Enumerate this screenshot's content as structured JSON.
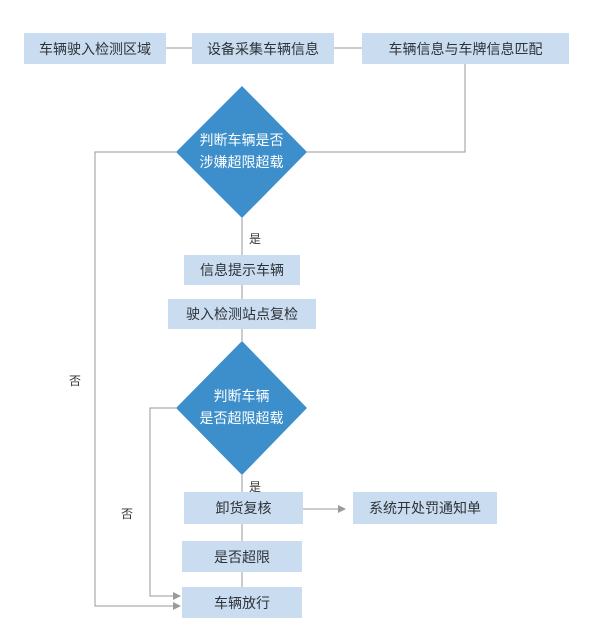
{
  "colors": {
    "box_fill": "#c9dcf0",
    "diamond_fill": "#3d8fcc",
    "connector": "#9a9a9a",
    "text": "#2e3338"
  },
  "nodes": {
    "enter_zone": "车辆驶入检测区域",
    "collect_info": "设备采集车辆信息",
    "match_info": "车辆信息与车牌信息匹配",
    "decision1_line1": "判断车辆是否",
    "decision1_line2": "涉嫌超限超载",
    "notify_vehicle": "信息提示车辆",
    "recheck": "驶入检测站点复检",
    "decision2_line1": "判断车辆",
    "decision2_line2": "是否超限超载",
    "unload_check": "卸货复核",
    "penalty_notice": "系统开处罚通知单",
    "over_limit_q": "是否超限",
    "release": "车辆放行"
  },
  "labels": {
    "yes1": "是",
    "yes2": "是",
    "no1": "否",
    "no2": "否"
  }
}
